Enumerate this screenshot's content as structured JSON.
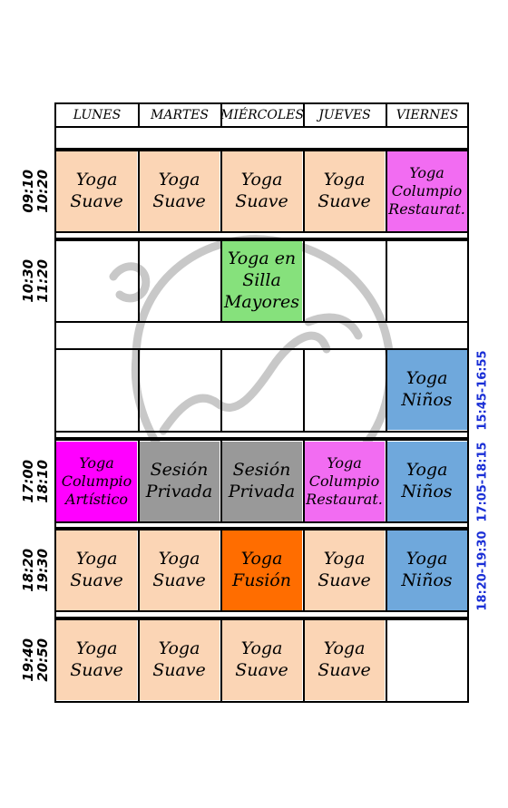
{
  "colors": {
    "suave": "#fbd5b5",
    "columpio_restaurat": "#f26cf2",
    "columpio_artistico": "#ff00ff",
    "silla": "#86e17c",
    "ninos": "#6fa8dc",
    "privada": "#999999",
    "fusion": "#ff6d00",
    "right_times": "#1a2fd6"
  },
  "days": [
    "LUNES",
    "MARTES",
    "MIÉRCOLES",
    "JUEVES",
    "VIERNES"
  ],
  "left_times": [
    {
      "start": "09:10",
      "end": "10:20"
    },
    {
      "start": "10:30",
      "end": "11:20"
    },
    {
      "start": "17:00",
      "end": "18:10"
    },
    {
      "start": "18:20",
      "end": "19:30"
    },
    {
      "start": "19:40",
      "end": "20:50"
    }
  ],
  "right_times": [
    "15:45-16:55",
    "17:05-18:15",
    "18:20-19:30"
  ],
  "classes": {
    "yoga_suave": [
      "Yoga",
      "Suave"
    ],
    "columpio_restaurat": [
      "Yoga",
      "Columpio",
      "Restaurat."
    ],
    "columpio_artistico": [
      "Yoga",
      "Columpio",
      "Artístico"
    ],
    "silla_mayores": [
      "Yoga en",
      "Silla",
      "Mayores"
    ],
    "ninos": [
      "Yoga",
      "Niños"
    ],
    "privada": [
      "Sesión",
      "Privada"
    ],
    "fusion": [
      "Yoga",
      "Fusión"
    ]
  },
  "watermark": "yoga-figure-watermark"
}
